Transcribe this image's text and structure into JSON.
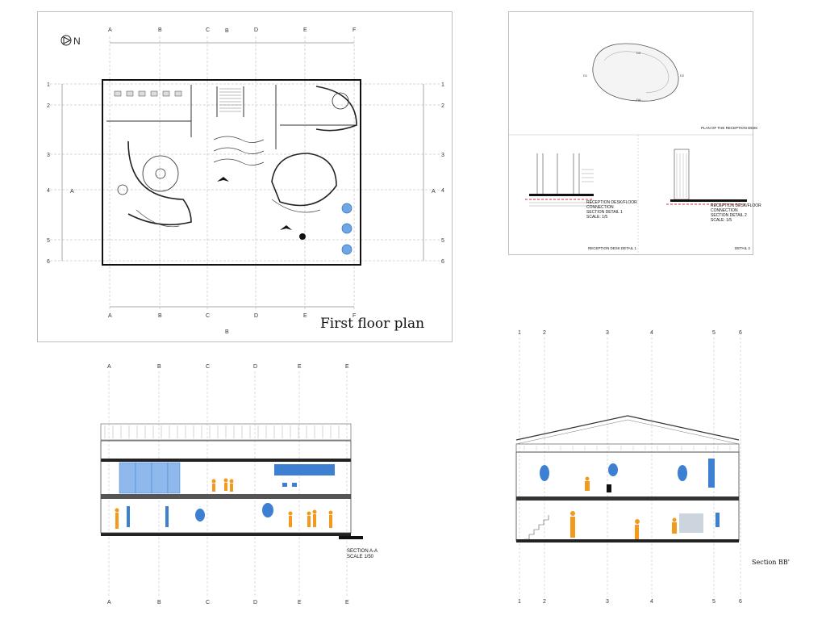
{
  "plan": {
    "title": "First floor plan",
    "north": "N",
    "col_letters": [
      "A",
      "B",
      "C",
      "D",
      "E",
      "F"
    ],
    "row_numbers": [
      "1",
      "2",
      "3",
      "4",
      "5",
      "6"
    ],
    "section_a": "A",
    "section_b": "B"
  },
  "desk": {
    "plan_title": "PLAN OF THE RECEPTION DESK",
    "d1_title": "RECEPTION DESK/FLOOR\nCONNECTION\nSECTION DETAIL 1\nSCALE: 1/5",
    "d2_title": "RECEPTION DESK/FLOOR\nCONNECTION\nSECTION DETAIL 2\nSCALE: 1/5",
    "d1_caption": "RECEPTION DESK DETAIL 1",
    "d2_caption": "DETAIL 2",
    "marks": [
      "D1",
      "D2",
      "D3",
      "D4"
    ]
  },
  "section_aa": {
    "title": "SECTION A-A\nSCALE 1/50",
    "col_letters": [
      "A",
      "B",
      "C",
      "D",
      "E",
      "E"
    ]
  },
  "section_bb": {
    "title": "Section BB'",
    "col_numbers": [
      "1",
      "2",
      "3",
      "4",
      "5",
      "6"
    ]
  },
  "colors": {
    "accent_blue": "#3d7fd0",
    "figure_orange": "#f39a1e",
    "line": "#333333"
  }
}
